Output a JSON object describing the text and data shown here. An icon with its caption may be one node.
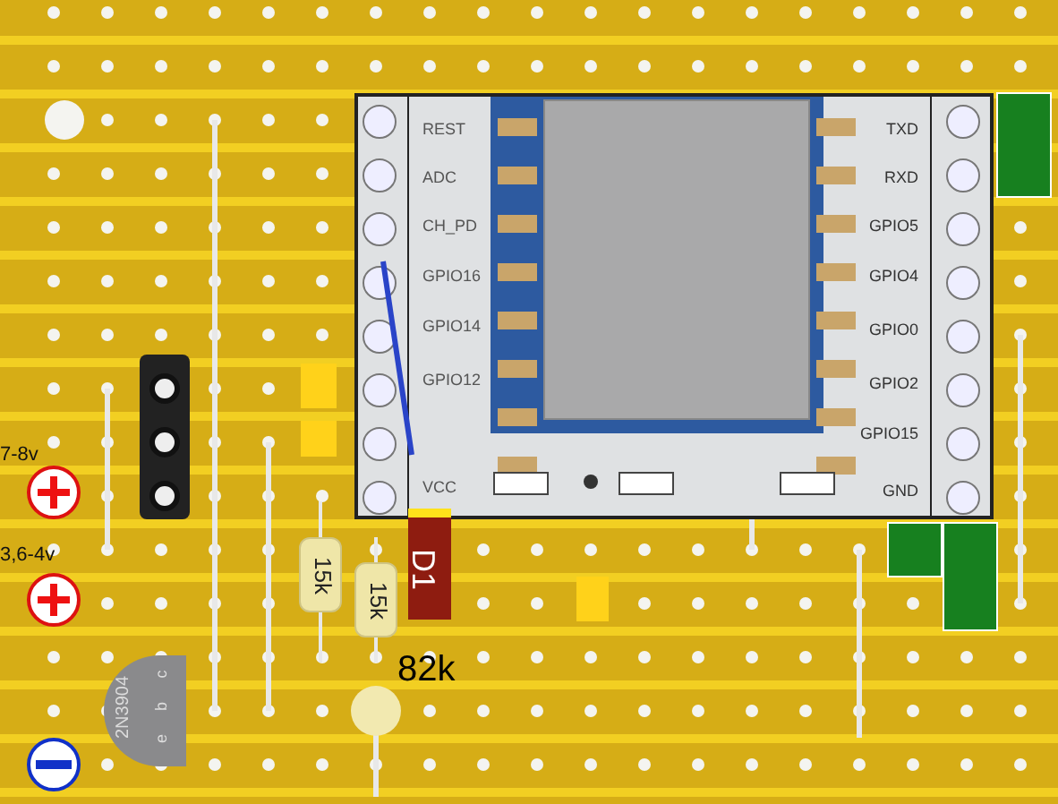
{
  "diagram": {
    "nodes": [
      {
        "text": [
          "REST",
          "ADC",
          "CH_PD",
          "GPIO16",
          "GPIO14",
          "GPIO12",
          "VCC",
          "TXD",
          "RXD",
          "GPIO5",
          "GPIO4",
          "GPIO0",
          "GPIO2",
          "GPIO15",
          "GND"
        ]
      },
      {
        "text": [
          "15k"
        ]
      },
      {
        "text": [
          "15k"
        ]
      },
      {
        "text": [
          "D1"
        ]
      },
      {
        "text": [],
        "shape": "circle",
        "beside": [
          "82k"
        ]
      },
      {
        "text": [
          "2N3904",
          "c",
          "b",
          "e"
        ]
      }
    ],
    "labels": [
      "7-8v",
      "3,6-4v"
    ]
  }
}
